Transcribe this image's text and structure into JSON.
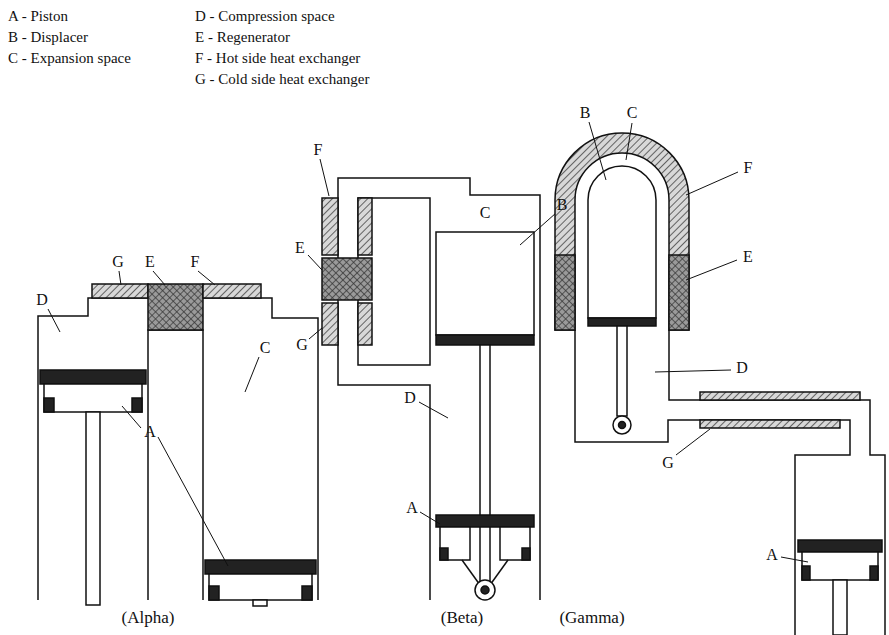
{
  "diagram": {
    "labels": [
      "A - Piston",
      "B - Displacer",
      "C - Expansion space",
      "D - Compression space",
      "E - Regenerator",
      "F - Hot side heat exchanger",
      "G - Cold side heat exchanger",
      "G",
      "E",
      "F",
      "D",
      "C",
      "A",
      "(Alpha)",
      "F",
      "C",
      "B",
      "E",
      "G",
      "D",
      "A",
      "(Beta)",
      "B",
      "C",
      "F",
      "E",
      "D",
      "G",
      "A",
      "(Gamma)"
    ]
  }
}
